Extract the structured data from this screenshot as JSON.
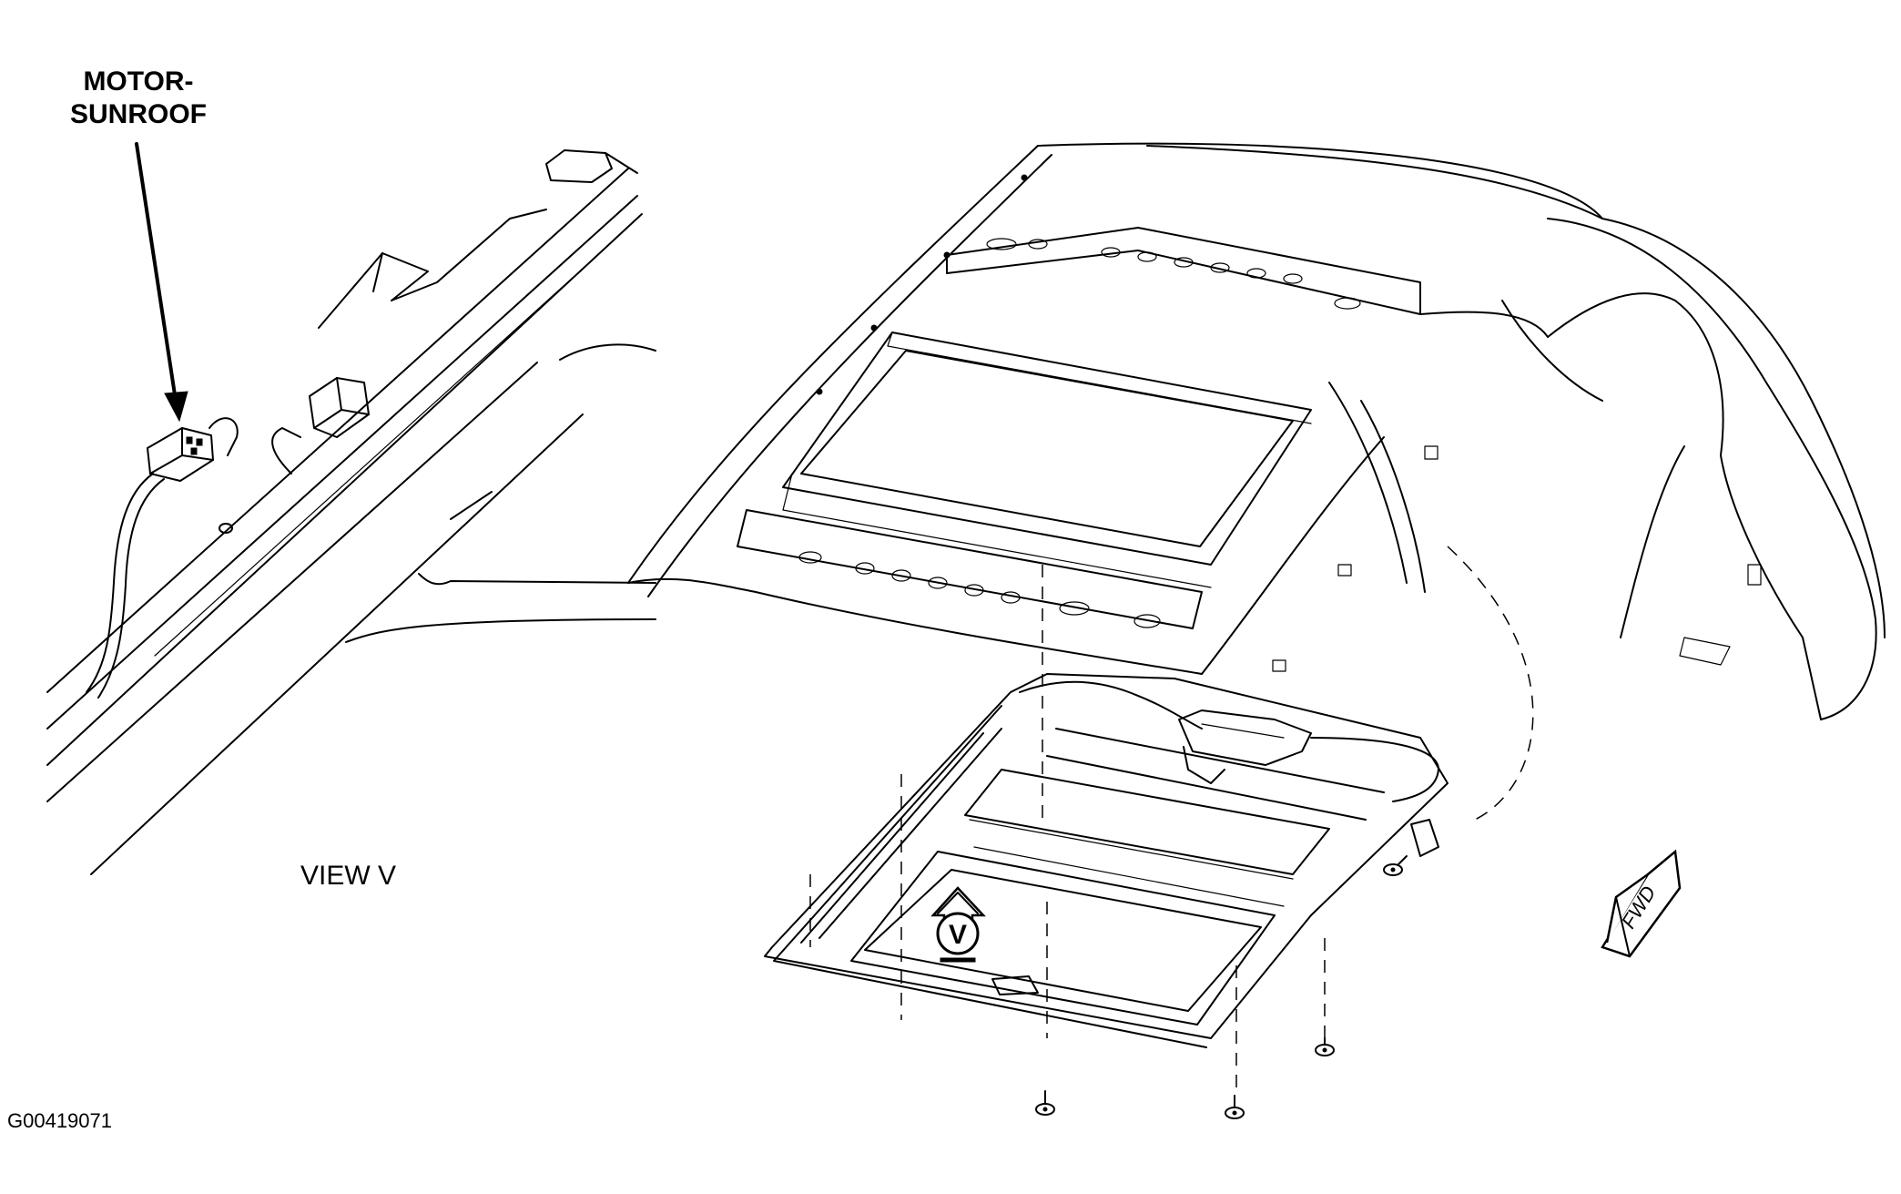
{
  "callout": {
    "motor_line1": "MOTOR-",
    "motor_line2": "SUNROOF"
  },
  "view_label": "VIEW V",
  "figure_id": "G00419071",
  "markers": {
    "view_letter": "V",
    "direction": "FWD"
  }
}
